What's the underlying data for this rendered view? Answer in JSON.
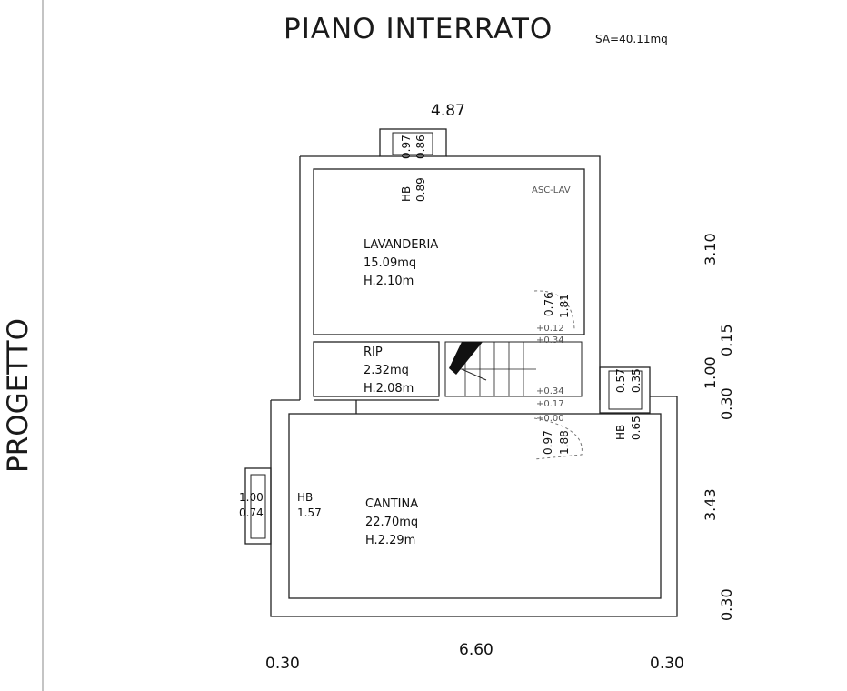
{
  "title": "PIANO INTERRATO",
  "surface_area": "SA=40.11mq",
  "side_label": "PROGETTO",
  "top_dimension": "4.87",
  "bottom_dimensions": {
    "left": "0.30",
    "center": "6.60",
    "right": "0.30"
  },
  "right_dimensions": [
    "3.10",
    "0.15",
    "1.00",
    "0.30",
    "3.43",
    "0.30"
  ],
  "rooms": [
    {
      "name": "LAVANDERIA",
      "area": "15.09mq",
      "height": "H.2.10m"
    },
    {
      "name": "RIP",
      "area": "2.32mq",
      "height": "H.2.08m"
    },
    {
      "name": "CANTINA",
      "area": "22.70mq",
      "height": "H.2.29m"
    }
  ],
  "openings": {
    "top_window": [
      "0.97",
      "0.86"
    ],
    "top_hb": [
      "HB",
      "0.89"
    ],
    "lav_door": [
      "0.76",
      "1.81"
    ],
    "right_window": [
      "0.57",
      "0.35"
    ],
    "right_hb": [
      "HB",
      "0.65"
    ],
    "cantina_door": [
      "0.97",
      "1.88"
    ],
    "left_window": [
      "1.00",
      "0.74"
    ],
    "left_hb": [
      "HB",
      "1.57"
    ]
  },
  "elevations": {
    "upper": [
      "+0.12",
      "+0.34"
    ],
    "lower": [
      "+0.34",
      "+0.17",
      "+0.00"
    ]
  },
  "asc_label": "ASC-LAV"
}
